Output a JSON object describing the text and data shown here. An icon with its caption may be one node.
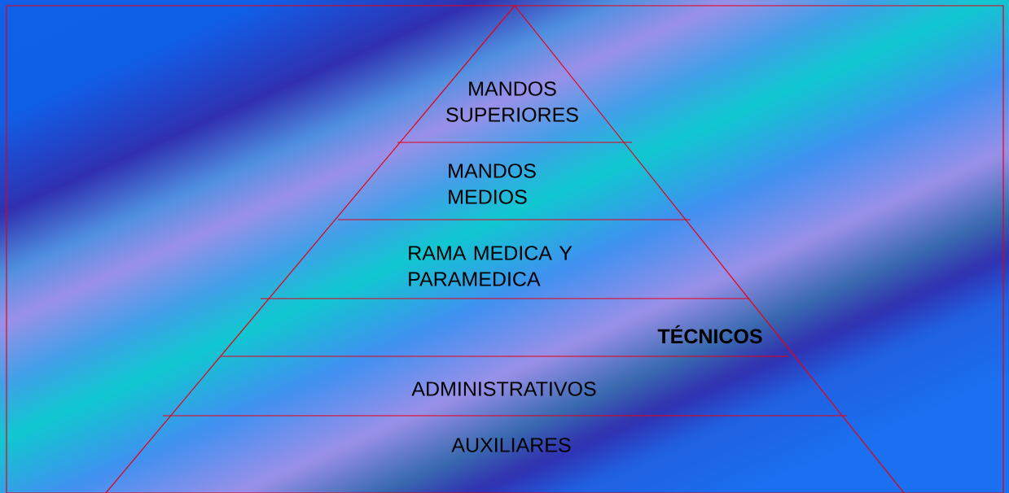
{
  "diagram": {
    "nodes": [
      {
        "text": [
          "MANDOS SUPERIORES"
        ]
      },
      {
        "text": [
          "MANDOS MEDIOS"
        ]
      },
      {
        "text": [
          "RAMA MEDICA Y PARAMEDICA"
        ]
      },
      {
        "text": [
          "TÉCNICOS"
        ]
      },
      {
        "text": [
          "ADMINISTRATIVOS"
        ]
      },
      {
        "text": [
          "AUXILIARES"
        ]
      }
    ]
  }
}
